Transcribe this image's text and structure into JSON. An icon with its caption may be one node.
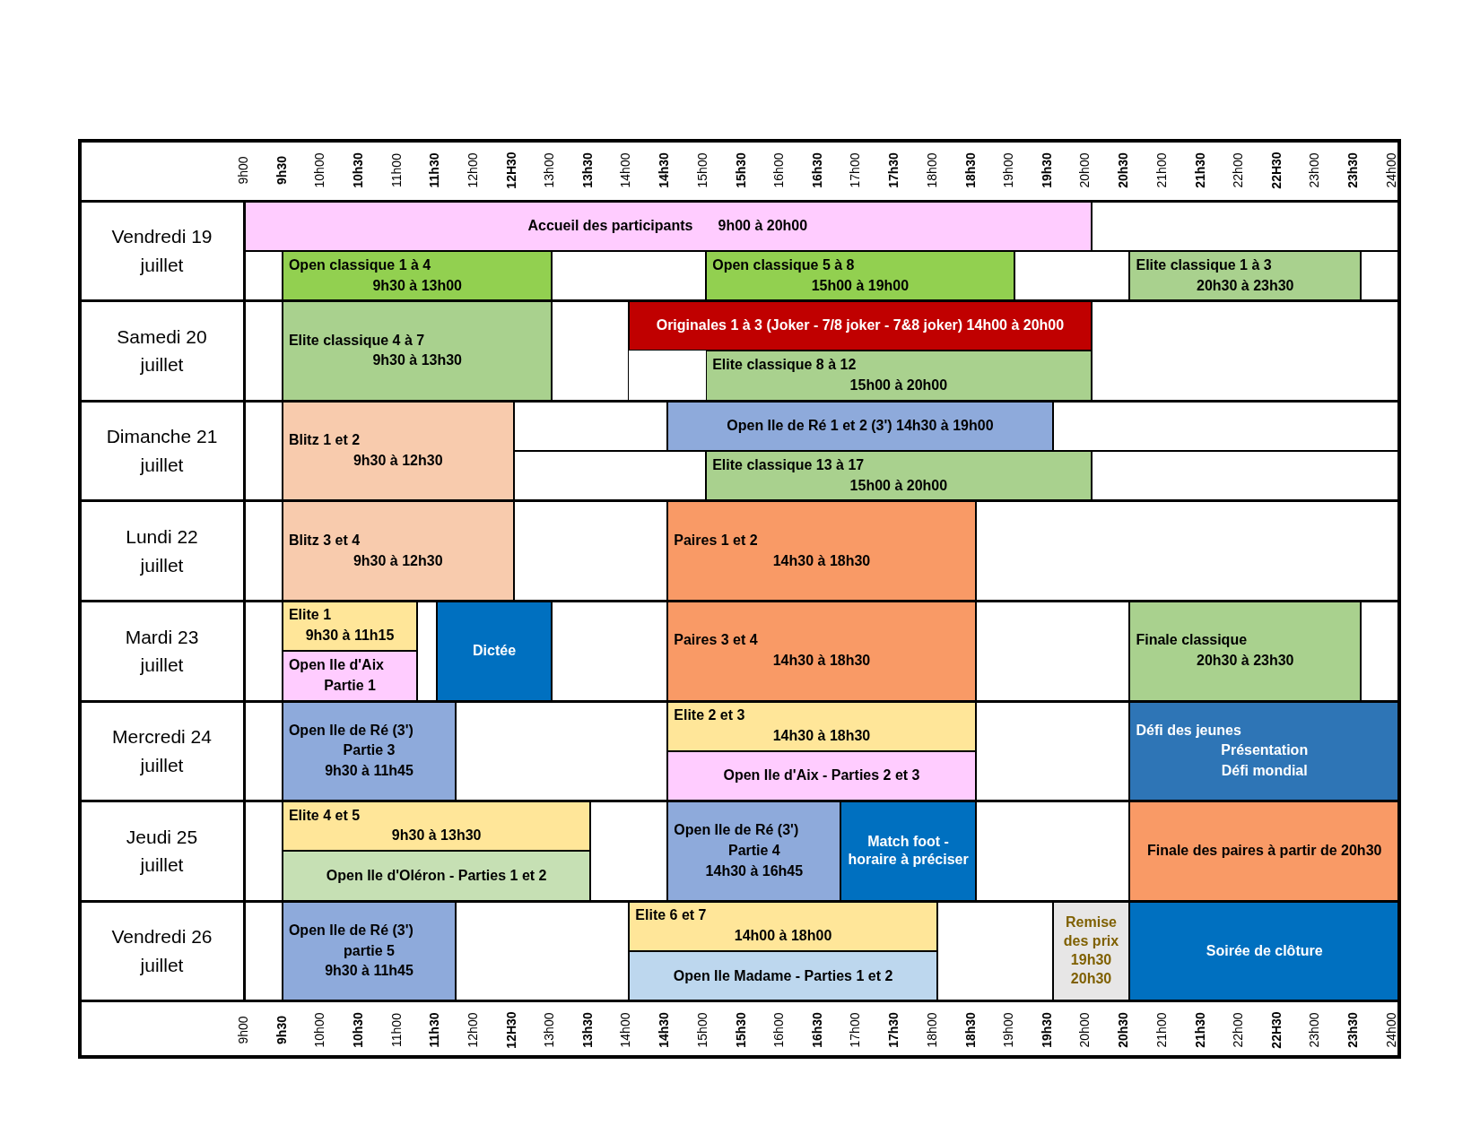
{
  "diagram": {
    "nodes": [
      {
        "text": [
          "Accueil des participants",
          "9h00 à 20h00"
        ]
      },
      {
        "text": [
          "Open classique 1 à 4",
          "9h30 à 13h00"
        ]
      },
      {
        "text": [
          "Open classique 5 à 8",
          "15h00 à 19h00"
        ]
      },
      {
        "text": [
          "Elite classique 1 à 3",
          "20h30 à 23h30"
        ]
      },
      {
        "text": [
          "Elite classique 4 à 7",
          "9h30 à 13h30"
        ]
      },
      {
        "text": [
          "Originales 1 à 3 (Joker - 7/8 joker - 7&8 joker) 14h00 à 20h00"
        ]
      },
      {
        "text": [
          "Elite classique 8 à 12",
          "15h00 à 20h00"
        ]
      },
      {
        "text": [
          "Blitz 1 et 2",
          "9h30 à 12h30"
        ]
      },
      {
        "text": [
          "Open Ile de Ré 1 et 2 (3') 14h30 à 19h00"
        ]
      },
      {
        "text": [
          "Elite classique 13 à 17",
          "15h00 à 20h00"
        ]
      },
      {
        "text": [
          "Blitz 3 et 4",
          "9h30 à 12h30"
        ]
      },
      {
        "text": [
          "Paires 1 et 2",
          "14h30 à 18h30"
        ]
      },
      {
        "text": [
          "Elite 1",
          "9h30 à 11h15"
        ]
      },
      {
        "text": [
          "Open Ile d'Aix",
          "Partie 1"
        ]
      },
      {
        "text": [
          "Dictée"
        ]
      },
      {
        "text": [
          "Paires 3 et 4",
          "14h30 à 18h30"
        ]
      },
      {
        "text": [
          "Finale classique",
          "20h30 à 23h30"
        ]
      },
      {
        "text": [
          "Open Ile de Ré (3')",
          "Partie 3",
          "9h30 à 11h45"
        ]
      },
      {
        "text": [
          "Elite 2 et 3",
          "14h30 à 18h30"
        ]
      },
      {
        "text": [
          "Open Ile d'Aix - Parties 2 et 3"
        ]
      },
      {
        "text": [
          "Défi des jeunes",
          "Présentation",
          "Défi mondial"
        ]
      },
      {
        "text": [
          "Elite 4 et 5",
          "9h30 à 13h30"
        ]
      },
      {
        "text": [
          "Open Ile d'Oléron - Parties 1 et 2"
        ]
      },
      {
        "text": [
          "Open Ile de Ré (3')",
          "Partie 4",
          "14h30 à 16h45"
        ]
      },
      {
        "text": [
          "Match foot - horaire à préciser"
        ]
      },
      {
        "text": [
          "Finale des paires à partir de 20h30"
        ]
      },
      {
        "text": [
          "Open Ile de Ré (3')",
          "partie 5",
          "9h30 à 11h45"
        ]
      },
      {
        "text": [
          "Elite 6 et 7",
          "14h00 à 18h00"
        ]
      },
      {
        "text": [
          "Open Ile Madame - Parties 1 et 2"
        ]
      },
      {
        "text": [
          "Remise des prix 19h30 20h30"
        ]
      },
      {
        "text": [
          "Soirée de clôture"
        ]
      }
    ],
    "labels": [
      "9h00",
      "9h30",
      "10h00",
      "10h30",
      "11h00",
      "11h30",
      "12h00",
      "12H30",
      "13h00",
      "13h30",
      "14h00",
      "14h30",
      "15h00",
      "15h30",
      "16h00",
      "16h30",
      "17h00",
      "17h30",
      "18h00",
      "18h30",
      "19h00",
      "19h30",
      "20h00",
      "20h30",
      "21h00",
      "21h30",
      "22h00",
      "22H30",
      "23h00",
      "23h30",
      "24h00",
      "Vendredi 19 juillet",
      "Samedi 20 juillet",
      "Dimanche 21 juillet",
      "Lundi 22 juillet",
      "Mardi 23 juillet",
      "Mercredi 24 juillet",
      "Jeudi 25 juillet",
      "Vendredi 26 juillet",
      "9h00",
      "9h30",
      "10h00",
      "10h30",
      "11h00",
      "11h30",
      "12h00",
      "12H30",
      "13h00",
      "13h30",
      "14h00",
      "14h30",
      "15h00",
      "15h30",
      "16h00",
      "16h30",
      "17h00",
      "17h30",
      "18h00",
      "18h30",
      "19h00",
      "19h30",
      "20h00",
      "20h30",
      "21h00",
      "21h30",
      "22h00",
      "22H30",
      "23h00",
      "23h30",
      "24h00"
    ]
  }
}
